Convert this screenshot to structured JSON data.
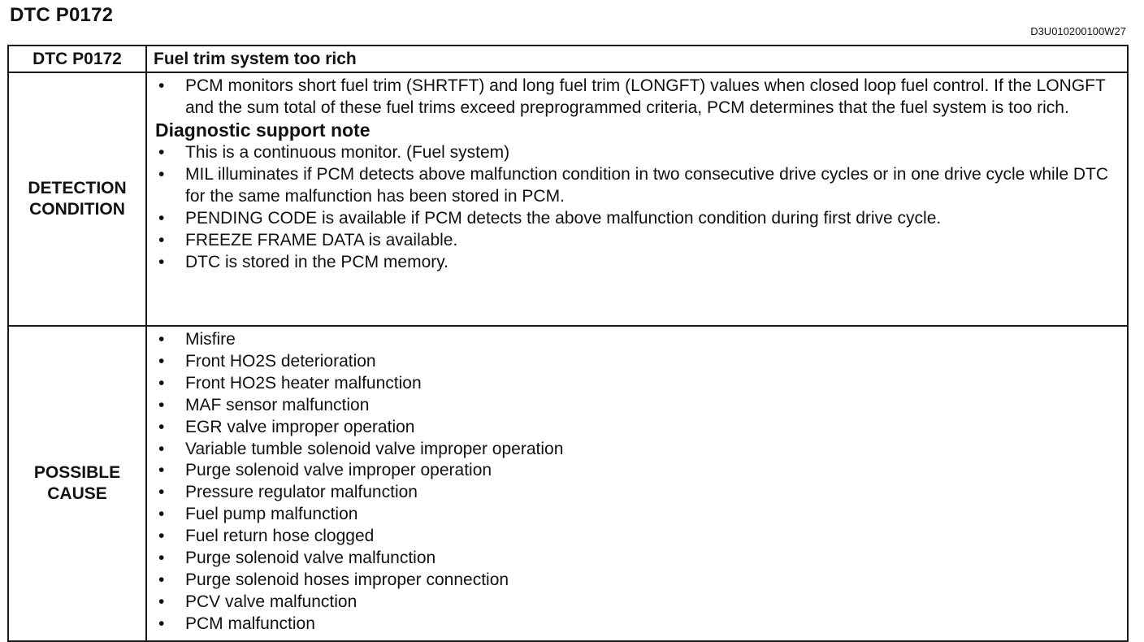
{
  "page_title": "DTC P0172",
  "doc_code": "D3U010200100W27",
  "table": {
    "header": {
      "code": "DTC P0172",
      "description": "Fuel trim system too rich"
    },
    "detection": {
      "label_line1": "DETECTION",
      "label_line2": "CONDITION",
      "items": [
        "PCM monitors short fuel trim (SHRTFT) and long fuel trim (LONGFT) values when closed loop fuel control. If the LONGFT and the sum total of these fuel trims exceed preprogrammed criteria, PCM determines that the fuel system is too rich."
      ],
      "support_heading": "Diagnostic support note",
      "support_items": [
        "This is a continuous monitor. (Fuel system)",
        "MIL illuminates if PCM detects above malfunction condition in two consecutive drive cycles or in one drive cycle while DTC for the same malfunction has been stored in PCM.",
        "PENDING CODE is available if PCM detects the above malfunction condition during first drive cycle.",
        "FREEZE FRAME DATA is available.",
        "DTC is stored in the PCM memory."
      ]
    },
    "cause": {
      "label_line1": "POSSIBLE",
      "label_line2": "CAUSE",
      "items": [
        "Misfire",
        "Front HO2S deterioration",
        "Front HO2S heater malfunction",
        "MAF sensor malfunction",
        "EGR valve improper operation",
        "Variable tumble solenoid valve improper operation",
        "Purge solenoid valve improper operation",
        "Pressure regulator malfunction",
        "Fuel pump malfunction",
        "Fuel return hose clogged",
        "Purge solenoid valve malfunction",
        "Purge solenoid hoses improper connection",
        "PCV valve malfunction",
        "PCM malfunction"
      ]
    }
  }
}
